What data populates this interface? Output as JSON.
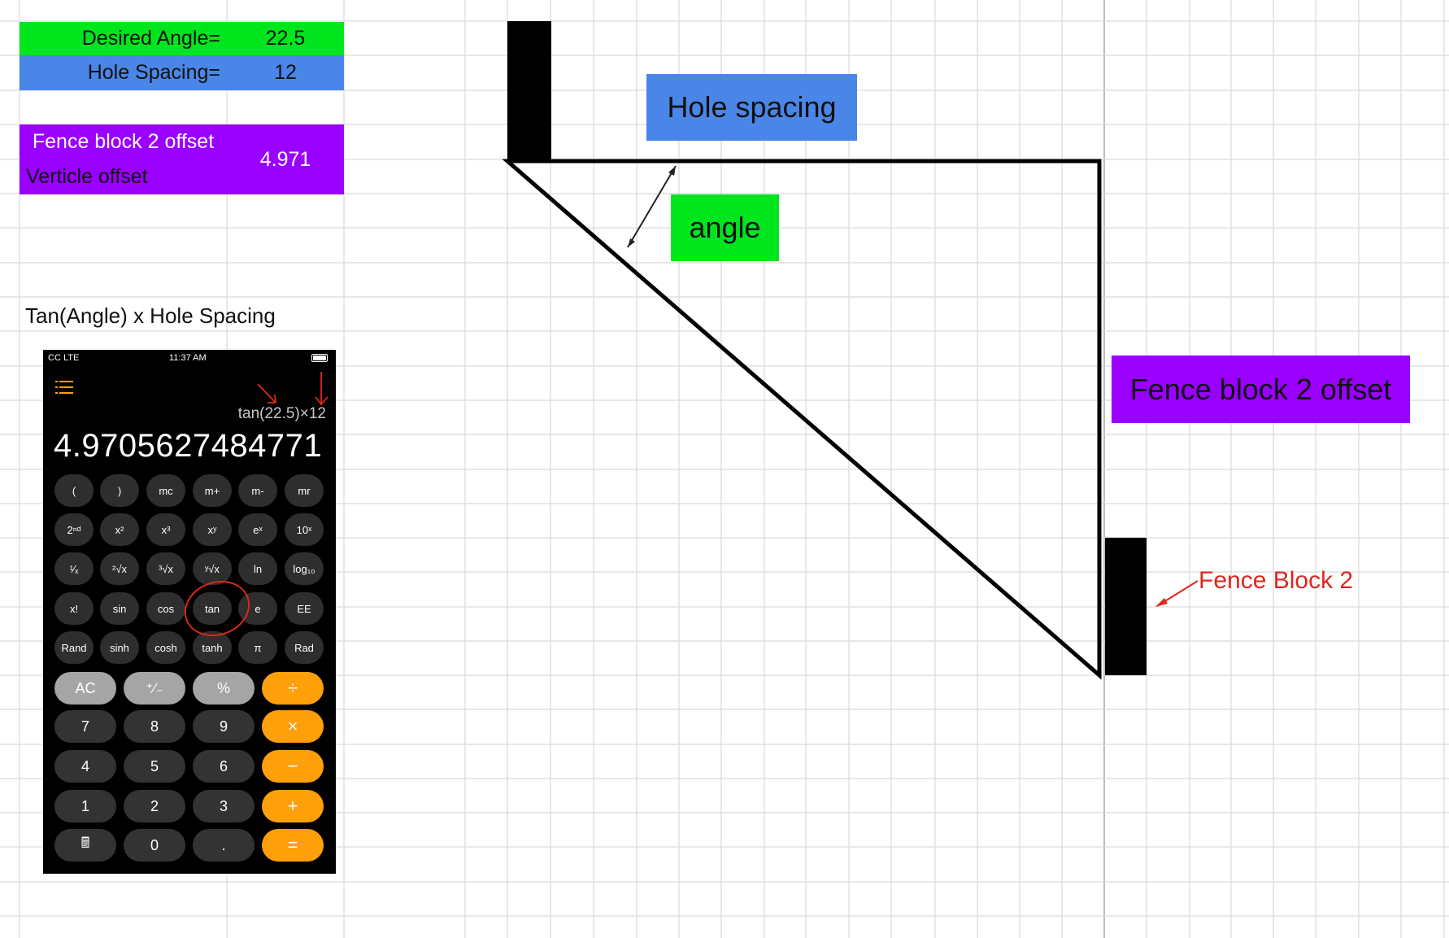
{
  "spreadsheet": {
    "rows": [
      {
        "label": "Desired Angle=",
        "value": "22.5",
        "color": "#00e61e"
      },
      {
        "label": "Hole Spacing=",
        "value": "12",
        "color": "#4a86e8"
      }
    ],
    "offset_block": {
      "label1": "Fence block 2 offset",
      "label2": "Verticle offset",
      "value": "4.971",
      "color": "#9900ff"
    },
    "formula_note": "Tan(Angle) x Hole Spacing"
  },
  "diagram": {
    "hole_spacing_label": "Hole spacing",
    "hole_spacing_color": "#4a86e8",
    "angle_label": "angle",
    "angle_color": "#00e61e",
    "offset_label": "Fence block 2 offset",
    "offset_color": "#9900ff",
    "fence_block_label": "Fence Block 2",
    "fence_block_color": "#ff0000"
  },
  "calculator": {
    "status": {
      "signal": "CC  LTE",
      "time": "11:37 AM"
    },
    "menu_icon": "list-icon",
    "expression": "tan(22.5)×12",
    "result": "4.9705627484771",
    "sci_rows": [
      [
        "(",
        ")",
        "mc",
        "m+",
        "m-",
        "mr"
      ],
      [
        "2ⁿᵈ",
        "x²",
        "x³",
        "xʸ",
        "eˣ",
        "10ˣ"
      ],
      [
        "¹⁄ₓ",
        "²√x",
        "³√x",
        "ʸ√x",
        "ln",
        "log₁₀"
      ],
      [
        "x!",
        "sin",
        "cos",
        "tan",
        "e",
        "EE"
      ],
      [
        "Rand",
        "sinh",
        "cosh",
        "tanh",
        "π",
        "Rad"
      ]
    ],
    "main_rows": [
      [
        "AC",
        "⁺∕₋",
        "%",
        "÷"
      ],
      [
        "7",
        "8",
        "9",
        "×"
      ],
      [
        "4",
        "5",
        "6",
        "−"
      ],
      [
        "1",
        "2",
        "3",
        "+"
      ],
      [
        "🖩",
        "0",
        ".",
        "="
      ]
    ],
    "highlighted_key": "tan",
    "annotation_color": "#e0261c"
  }
}
